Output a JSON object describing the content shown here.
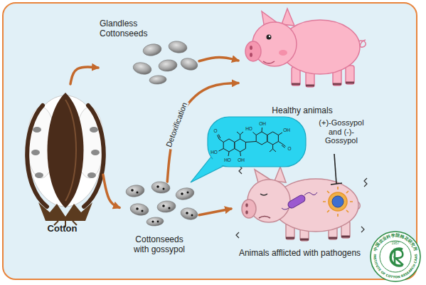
{
  "diagram": {
    "nodes": [
      {
        "text": [
          "Glandless Cottonseeds"
        ]
      },
      {
        "text": [
          "Healthy animals"
        ]
      },
      {
        "text": [
          "Cotton"
        ]
      },
      {
        "text": [
          "Cottonseeds with gossypol"
        ]
      },
      {
        "text": [
          "Animals afflicted with pathogens"
        ]
      }
    ],
    "edges": [
      {
        "from": 2,
        "to": 0,
        "arrow": "to"
      },
      {
        "from": 0,
        "to": 1,
        "arrow": "to"
      },
      {
        "from": 2,
        "to": 3,
        "arrow": "to"
      },
      {
        "from": 3,
        "to": 1,
        "arrow": "to",
        "label": "Detoxification"
      },
      {
        "from": 3,
        "to": 4,
        "arrow": "to"
      }
    ],
    "labels": [
      "(+)-Gossypol and (-)-Gossypol",
      "O",
      "HO",
      "HO",
      "OH",
      "HO",
      "OH",
      "OH",
      "O",
      "1957",
      "中国农业科学院棉花研究所",
      "INSTITUTE OF COTTON RESEARCH CAAS"
    ]
  }
}
